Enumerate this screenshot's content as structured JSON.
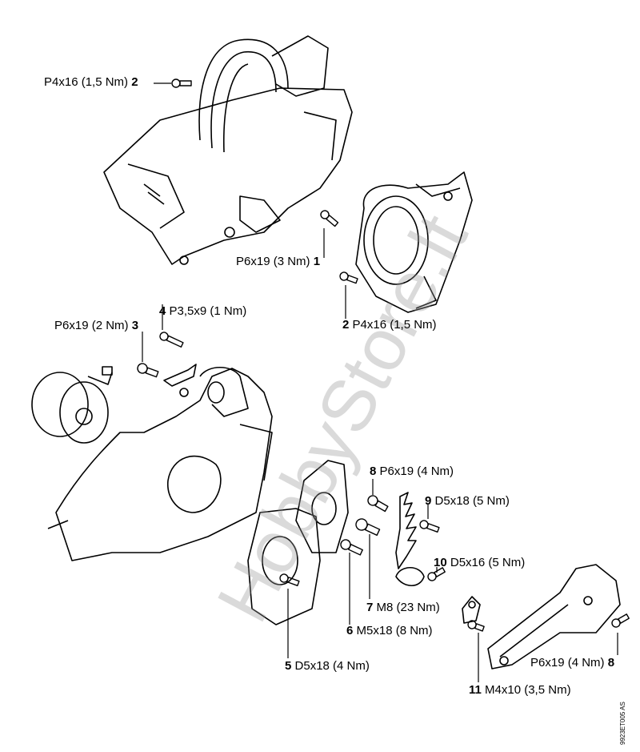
{
  "labels": [
    {
      "num": "2",
      "text": "P4x16 (1,5 Nm)"
    },
    {
      "num": "1",
      "text": "P6x19 (3 Nm)"
    },
    {
      "num": "2",
      "text": "P4x16 (1,5 Nm)"
    },
    {
      "num": "4",
      "text": "P3,5x9 (1 Nm)"
    },
    {
      "num": "3",
      "text": "P6x19 (2 Nm)"
    },
    {
      "num": "8",
      "text": "P6x19 (4 Nm)"
    },
    {
      "num": "9",
      "text": "D5x18 (5 Nm)"
    },
    {
      "num": "10",
      "text": "D5x16 (5 Nm)"
    },
    {
      "num": "7",
      "text": "M8 (23 Nm)"
    },
    {
      "num": "6",
      "text": "M5x18 (8 Nm)"
    },
    {
      "num": "5",
      "text": "D5x18 (4 Nm)"
    },
    {
      "num": "8",
      "text": "P6x19 (4 Nm)"
    },
    {
      "num": "11",
      "text": "M4x10 (3,5 Nm)"
    }
  ],
  "drawing_code": "9923ET005 AS",
  "watermark": "HobbyStore.lt"
}
